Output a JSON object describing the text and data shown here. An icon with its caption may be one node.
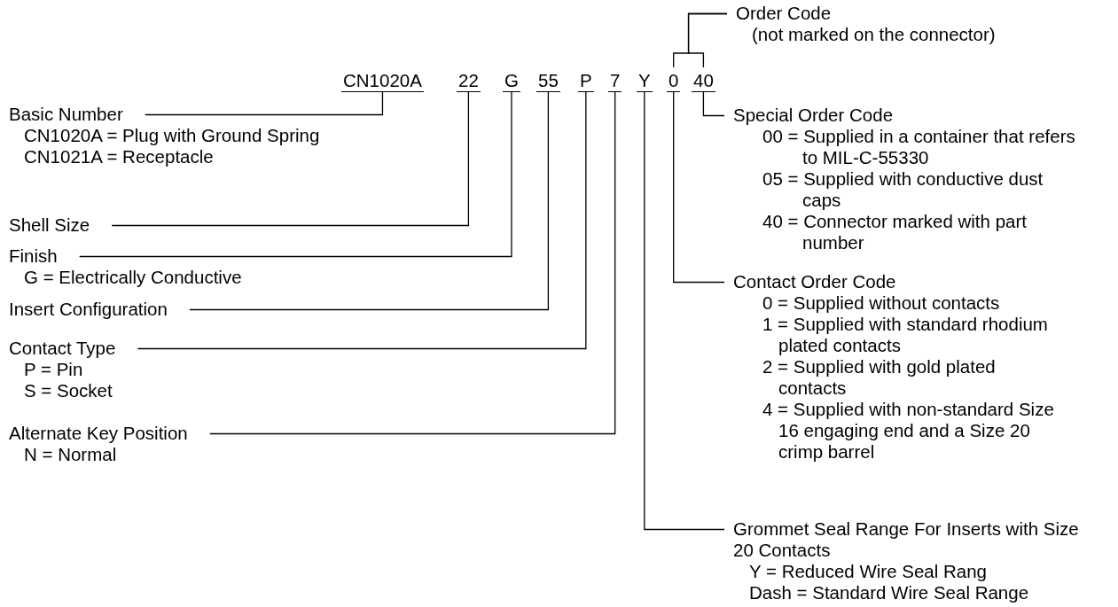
{
  "diagram": {
    "nodes": [
      {
        "text": [
          "Order Code",
          "(not marked on the connector)"
        ]
      },
      {
        "text": [
          "CN1020A"
        ]
      },
      {
        "text": [
          "22"
        ]
      },
      {
        "text": [
          "G"
        ]
      },
      {
        "text": [
          "55"
        ]
      },
      {
        "text": [
          "P"
        ]
      },
      {
        "text": [
          "7"
        ]
      },
      {
        "text": [
          "Y"
        ]
      },
      {
        "text": [
          "0"
        ]
      },
      {
        "text": [
          "40"
        ]
      },
      {
        "text": [
          "Basic Number",
          "CN1020A = Plug with Ground Spring",
          "CN1021A = Receptacle"
        ]
      },
      {
        "text": [
          "Shell Size"
        ]
      },
      {
        "text": [
          "Finish",
          "G = Electrically Conductive"
        ]
      },
      {
        "text": [
          "Insert Configuration"
        ]
      },
      {
        "text": [
          "Contact Type",
          "P = Pin",
          "S = Socket"
        ]
      },
      {
        "text": [
          "Alternate Key Position",
          "N = Normal"
        ]
      },
      {
        "text": [
          "Special Order Code",
          "00 = Supplied in a container that refers to MIL-C-55330",
          "05 = Supplied with conductive dust caps",
          "40 = Connector marked with part number"
        ]
      },
      {
        "text": [
          "Contact Order Code",
          "0 = Supplied without contacts",
          "1 = Supplied with standard rhodium plated contacts",
          "2 = Supplied with gold plated contacts",
          "4 = Supplied with non-standard Size 16 engaging end and a Size 20 crimp barrel"
        ]
      },
      {
        "text": [
          "Grommet Seal Range For Inserts with Size 20 Contacts",
          "Y = Reduced Wire Seal Rang",
          "Dash = Standard Wire Seal Range"
        ]
      }
    ],
    "edges": [
      {
        "from": 0,
        "to": 8,
        "arrow": "none"
      },
      {
        "from": 0,
        "to": 9,
        "arrow": "none"
      },
      {
        "from": 10,
        "to": 1,
        "arrow": "none"
      },
      {
        "from": 11,
        "to": 2,
        "arrow": "none"
      },
      {
        "from": 12,
        "to": 3,
        "arrow": "none"
      },
      {
        "from": 13,
        "to": 4,
        "arrow": "none"
      },
      {
        "from": 14,
        "to": 5,
        "arrow": "none"
      },
      {
        "from": 15,
        "to": 6,
        "arrow": "none"
      },
      {
        "from": 16,
        "to": 9,
        "arrow": "none"
      },
      {
        "from": 17,
        "to": 8,
        "arrow": "none"
      },
      {
        "from": 18,
        "to": 7,
        "arrow": "none"
      }
    ]
  }
}
